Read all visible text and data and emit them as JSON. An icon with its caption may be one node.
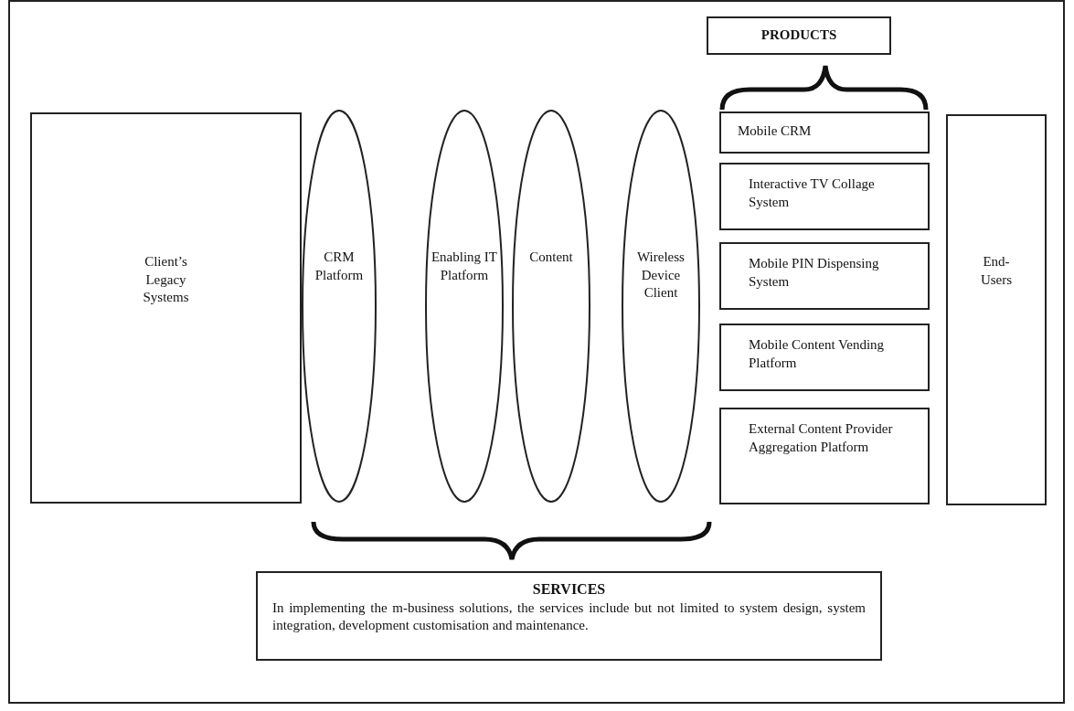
{
  "diagram": {
    "nodes": [
      {
        "text": [
          "Client’s Legacy Systems"
        ]
      },
      {
        "text": [
          "CRM Platform"
        ]
      },
      {
        "text": [
          "Enabling IT Platform"
        ]
      },
      {
        "text": [
          "Content"
        ]
      },
      {
        "text": [
          "Wireless Device Client"
        ]
      },
      {
        "text": [
          "PRODUCTS"
        ]
      },
      {
        "text": [
          "Mobile CRM"
        ]
      },
      {
        "text": [
          "Interactive TV Collage System"
        ]
      },
      {
        "text": [
          "Mobile PIN Dispensing System"
        ]
      },
      {
        "text": [
          "Mobile Content Vending Platform"
        ]
      },
      {
        "text": [
          "External Content Provider Aggregation Platform"
        ]
      },
      {
        "text": [
          "End-Users"
        ]
      },
      {
        "text": [
          "SERVICES",
          "In implementing the m-business solutions, the services include but not limited to system design, system integration, development customisation and maintenance."
        ]
      }
    ]
  }
}
